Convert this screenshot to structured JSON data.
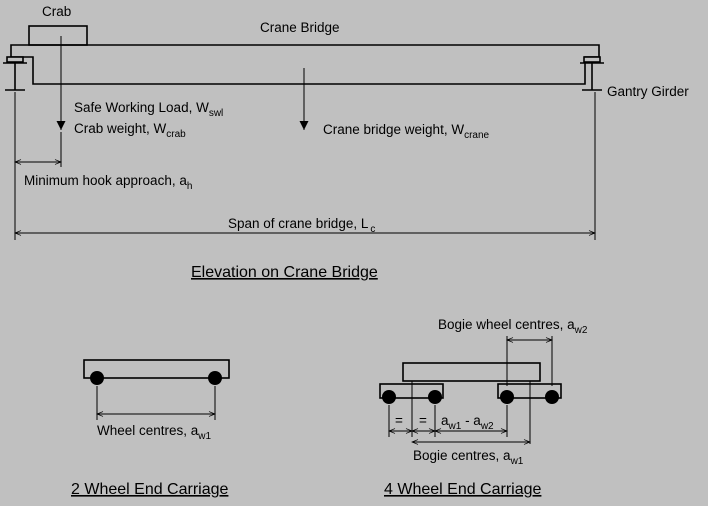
{
  "labels": {
    "crab": "Crab",
    "crane_bridge": "Crane Bridge",
    "gantry_girder": "Gantry Girder",
    "swl_main": "Safe Working Load, W",
    "swl_sub": "swl",
    "crab_wt_main": "Crab weight, W",
    "crab_wt_sub": "crab",
    "crane_wt_main": "Crane bridge weight, W",
    "crane_wt_sub": "crane",
    "hook_main": "Minimum hook approach, a",
    "hook_sub": "h",
    "span_main": "Span of crane bridge, L",
    "span_sub": "c",
    "wheel_centres_main": "Wheel centres, a",
    "wheel_centres_sub": "w1",
    "bogie_wheel_main": "Bogie wheel centres, a",
    "bogie_wheel_sub": "w2",
    "eq1": "=",
    "eq2": "=",
    "diff_a": "a",
    "diff_a_sub": "w1",
    "diff_mid": " - a",
    "diff_b_sub": "w2",
    "bogie_centres_main": "Bogie centres, a",
    "bogie_centres_sub": "w1"
  },
  "titles": {
    "elevation": "Elevation on Crane Bridge",
    "two_wheel": "2 Wheel End Carriage",
    "four_wheel": "4 Wheel End Carriage"
  }
}
